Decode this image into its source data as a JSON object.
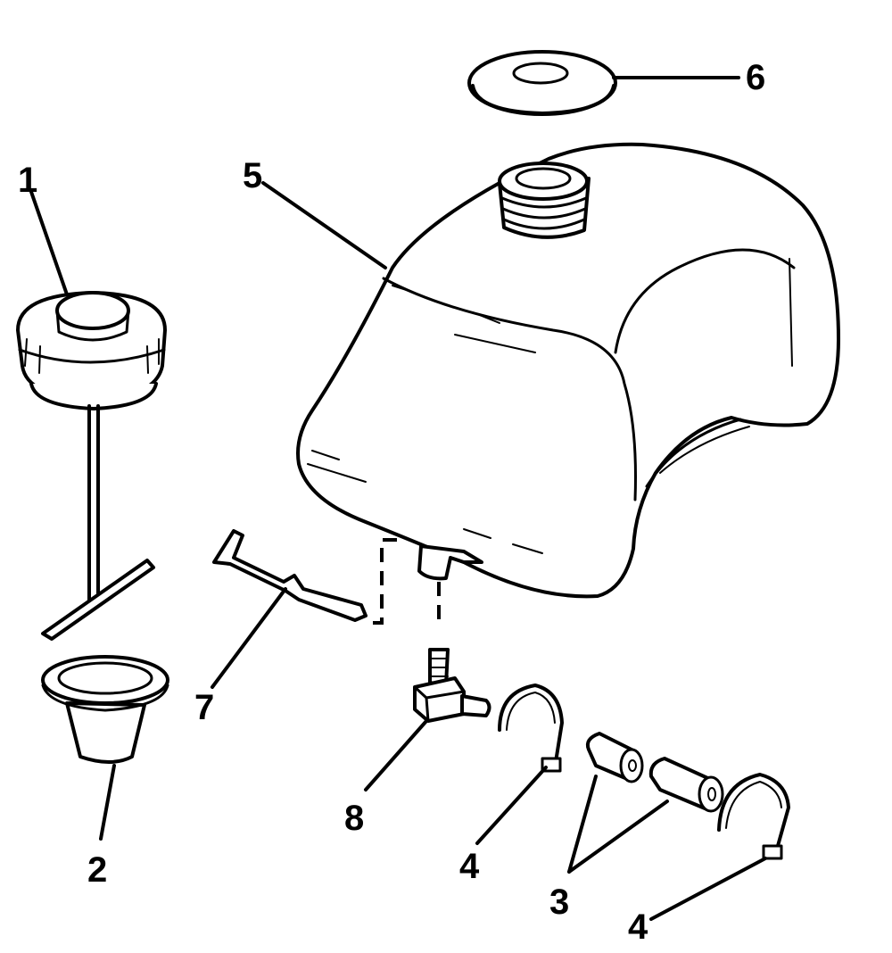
{
  "callouts": {
    "p1": "1",
    "p2": "2",
    "p3": "3",
    "p4a": "4",
    "p4b": "4",
    "p5": "5",
    "p6": "6",
    "p7": "7",
    "p8": "8"
  }
}
